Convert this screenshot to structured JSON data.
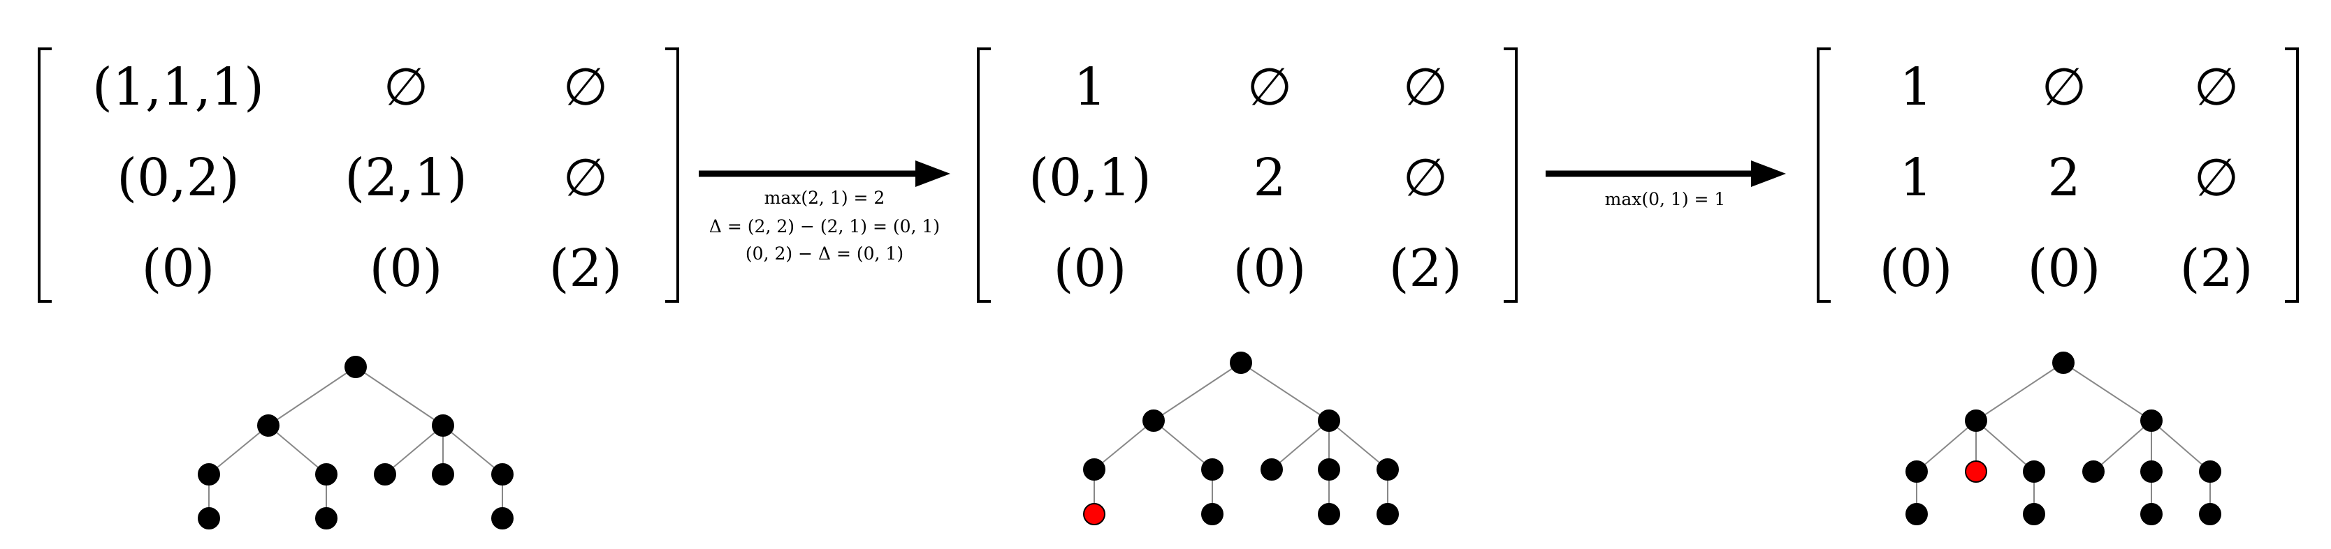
{
  "colors": {
    "ink": "#000000",
    "edge": "#888888",
    "highlight": "#ff0000",
    "background": "#ffffff"
  },
  "matrices": [
    {
      "rows": [
        [
          "(1,1,1)",
          "∅",
          "∅"
        ],
        [
          "(0,2)",
          "(2,1)",
          "∅"
        ],
        [
          "(0)",
          "(0)",
          "(2)"
        ]
      ]
    },
    {
      "rows": [
        [
          "1",
          "∅",
          "∅"
        ],
        [
          "(0,1)",
          "2",
          "∅"
        ],
        [
          "(0)",
          "(0)",
          "(2)"
        ]
      ]
    },
    {
      "rows": [
        [
          "1",
          "∅",
          "∅"
        ],
        [
          "1",
          "2",
          "∅"
        ],
        [
          "(0)",
          "(0)",
          "(2)"
        ]
      ]
    }
  ],
  "arrows": [
    {
      "lines": [
        "max(2, 1) = 2",
        "Δ = (2, 2) − (2, 1) = (0, 1)",
        "(0, 2) − Δ = (0, 1)"
      ]
    },
    {
      "lines": [
        "max(0, 1) = 1"
      ]
    }
  ],
  "trees": [
    {
      "highlighted": null
    },
    {
      "highlighted": "n8"
    },
    {
      "highlighted": "n5"
    }
  ]
}
